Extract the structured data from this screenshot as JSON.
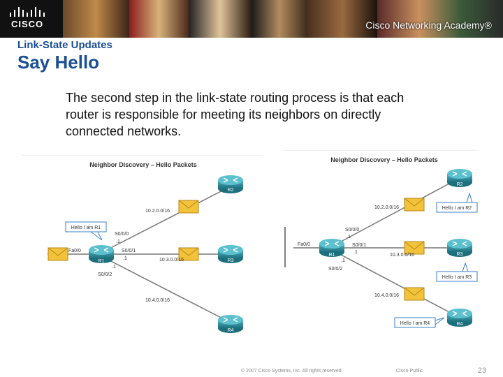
{
  "header": {
    "logo_text": "CISCO",
    "academy_text": "Cisco Networking Academy®"
  },
  "slide": {
    "subtitle": "Link-State Updates",
    "title": "Say Hello",
    "body": "The second step in the link-state routing process is that each router is responsible for meeting its neighbors on directly connected networks."
  },
  "diagram_left": {
    "heading": "Neighbor Discovery – Hello Packets",
    "hello_label": "Hello I am R1",
    "routers": {
      "r1": "R1",
      "r2": "R2",
      "r3": "R3",
      "r4": "R4"
    },
    "networks": {
      "n2": "10.2.0.0/16",
      "n3": "10.3.0.0/16",
      "n4": "10.4.0.0/16"
    },
    "ifaces": {
      "s000": "S0/0/0",
      "s001": "S0/0/1",
      "s002": "S0/0/2",
      "fa00": "Fa0/0",
      "d1a": ".1",
      "d1b": ".1",
      "d1c": ".1"
    }
  },
  "diagram_right": {
    "heading": "Neighbor Discovery – Hello Packets",
    "hello_r2": "Hello I am R2",
    "hello_r3": "Hello I am R3",
    "hello_r4": "Hello I am R4",
    "routers": {
      "r1": "R1",
      "r2": "R2",
      "r3": "R3",
      "r4": "R4"
    },
    "networks": {
      "n2": "10.2.0.0/16",
      "n3": "10.3.0.0/16",
      "n4": "10.4.0.0/16"
    },
    "ifaces": {
      "s000": "S0/0/0",
      "s001": "S0/0/1",
      "s002": "S0/0/2",
      "fa00": "Fa0/0",
      "d1a": ".1",
      "d1b": ".1",
      "d1c": ".1"
    }
  },
  "footer": {
    "copyright": "© 2007 Cisco Systems, Inc. All rights reserved.",
    "classification": "Cisco Public",
    "page_number": "23"
  },
  "colors": {
    "title_blue": "#1b4f93",
    "router_teal": "#2a8c9c",
    "envelope_yellow": "#f2c23a"
  }
}
